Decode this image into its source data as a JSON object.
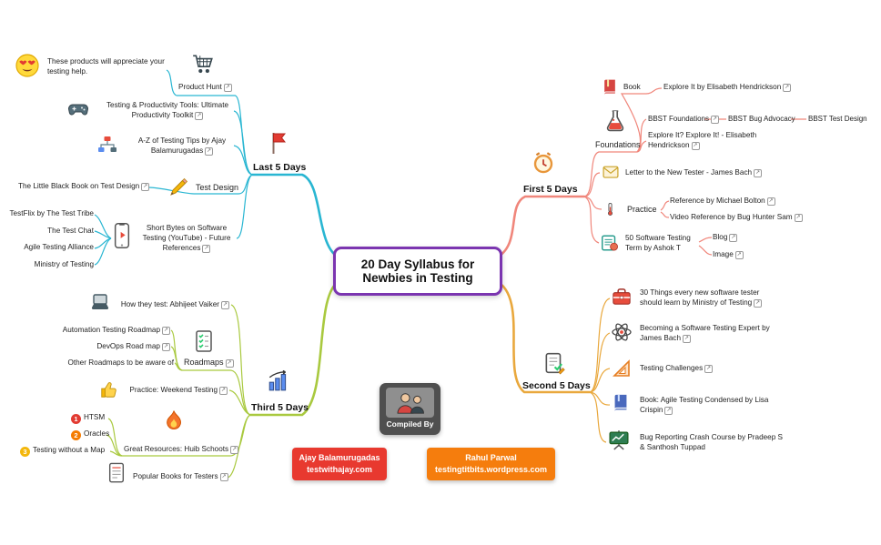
{
  "center": {
    "line1": "20 Day Syllabus for",
    "line2": "Newbies in Testing"
  },
  "colors": {
    "first": "#F0867B",
    "second": "#E9A83D",
    "third": "#A9C93F",
    "last": "#29B6D2",
    "center_border": "#7B35B0"
  },
  "icons": {
    "external_link": "↗"
  },
  "first": {
    "label": "First 5 Days",
    "foundations": "Foundations",
    "book": "Book",
    "explore_it": "Explore It by Elisabeth Hendrickson",
    "bbst_foundations": "BBST Foundations",
    "bbst_bug_advocacy": "BBST Bug Advocacy",
    "bbst_test_design": "BBST Test Design",
    "explore_explore": "Explore It? Explore It! - Elisabeth Hendrickson",
    "letter": "Letter to the New Tester - James Bach",
    "practice": "Practice",
    "reference": "Reference by Michael Bolton",
    "video_reference": "Video Reference by Bug Hunter Sam",
    "fifty_terms": "50 Software Testing Term by Ashok T",
    "blog": "Blog",
    "image": "Image"
  },
  "second": {
    "label": "Second 5 Days",
    "thirty_things": "30 Things every new software tester should learn by Ministry of Testing",
    "becoming_expert": "Becoming a Software Testing Expert by James Bach",
    "testing_challenges": "Testing Challenges",
    "agile_condensed": "Book: Agile Testing Condensed by Lisa Crispin",
    "bug_reporting": "Bug Reporting Crash Course by Pradeep S & Santhosh Tuppad"
  },
  "third": {
    "label": "Third 5 Days",
    "how_they_test": "How they test: Abhijeet Vaiker",
    "automation_roadmap": "Automation Testing Roadmap",
    "devops_roadmap": "DevOps Road map",
    "other_roadmaps": "Other Roadmaps to be aware of",
    "roadmaps": "Roadmaps",
    "practice_weekend": "Practice: Weekend Testing",
    "badge1": "1",
    "badge2": "2",
    "badge3": "3",
    "htsm": "HTSM",
    "oracles": "Oracles",
    "testing_without_map": "Testing without a Map",
    "great_resources": "Great Resources: Huib Schoots",
    "popular_books": "Popular Books for Testers"
  },
  "last": {
    "label": "Last 5 Days",
    "product_hunt": "Product Hunt",
    "products_note": "These products will appreciate your testing help.",
    "productivity_tools": "Testing & Productivity Tools: Ultimate Productivity Toolkit",
    "az_tips": "A-Z of Testing Tips by Ajay Balamurugadas",
    "test_design": "Test Design",
    "little_black_book": "The Little Black Book on Test Design",
    "short_bytes": "Short Bytes on Software Testing (YouTube) - Future References",
    "testflix": "TestFlix by The Test Tribe",
    "test_chat": "The Test Chat",
    "agile_alliance": "Agile Testing Alliance",
    "ministry": "Ministry of Testing"
  },
  "compiled": {
    "label": "Compiled By",
    "ajay_name": "Ajay Balamurugadas",
    "ajay_site": "testwithajay.com",
    "rahul_name": "Rahul Parwal",
    "rahul_site": "testingtitbits.wordpress.com"
  }
}
